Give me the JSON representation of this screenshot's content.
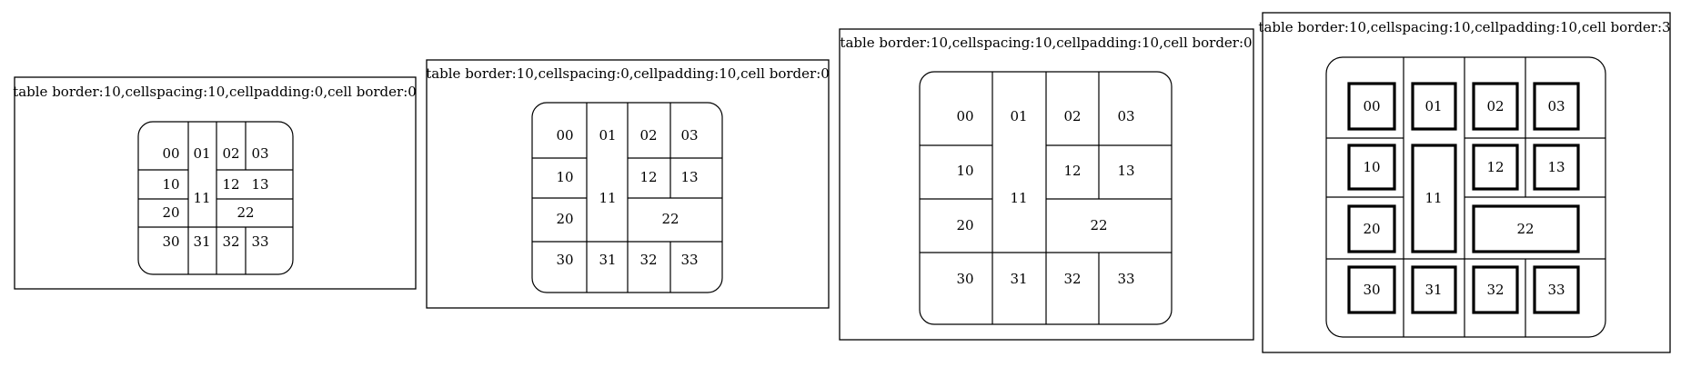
{
  "colors": {
    "background": "#ffffff",
    "stroke": "#000000",
    "text": "#000000"
  },
  "clusters": [
    {
      "label": "table border:10,cellspacing:10,cellpadding:0,cell border:0",
      "cells": [
        "00",
        "01",
        "02",
        "03",
        "10",
        "11",
        "12",
        "13",
        "20",
        "22",
        "30",
        "31",
        "32",
        "33"
      ]
    },
    {
      "label": "table border:10,cellspacing:0,cellpadding:10,cell border:0",
      "cells": [
        "00",
        "01",
        "02",
        "03",
        "10",
        "11",
        "12",
        "13",
        "20",
        "22",
        "30",
        "31",
        "32",
        "33"
      ]
    },
    {
      "label": "table border:10,cellspacing:10,cellpadding:10,cell border:0",
      "cells": [
        "00",
        "01",
        "02",
        "03",
        "10",
        "11",
        "12",
        "13",
        "20",
        "22",
        "30",
        "31",
        "32",
        "33"
      ]
    },
    {
      "label": "table border:10,cellspacing:10,cellpadding:10,cell border:3",
      "cells": [
        "00",
        "01",
        "02",
        "03",
        "10",
        "11",
        "12",
        "13",
        "20",
        "22",
        "30",
        "31",
        "32",
        "33"
      ]
    }
  ]
}
